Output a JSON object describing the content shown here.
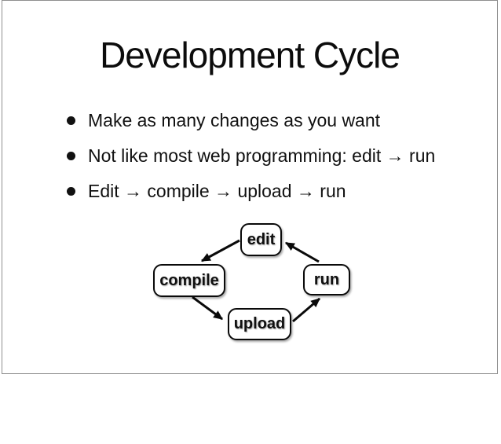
{
  "slide": {
    "title": "Development Cycle",
    "bullets": [
      "Make as many changes as you want",
      "Not like most web programming: edit → run",
      "Edit → compile → upload → run"
    ],
    "diagram": {
      "nodes": [
        {
          "id": "edit",
          "label": "edit"
        },
        {
          "id": "compile",
          "label": "compile"
        },
        {
          "id": "run",
          "label": "run"
        },
        {
          "id": "upload",
          "label": "upload"
        }
      ],
      "edges": [
        {
          "from": "edit",
          "to": "compile"
        },
        {
          "from": "compile",
          "to": "upload"
        },
        {
          "from": "upload",
          "to": "run"
        },
        {
          "from": "run",
          "to": "edit"
        }
      ]
    },
    "colors": {
      "background": "#ffffff",
      "text": "#111111",
      "slide_border": "#8f8f8f",
      "node_fill": "#ffffff",
      "node_border": "#0a0a0a",
      "arrow": "#0a0a0a"
    }
  }
}
